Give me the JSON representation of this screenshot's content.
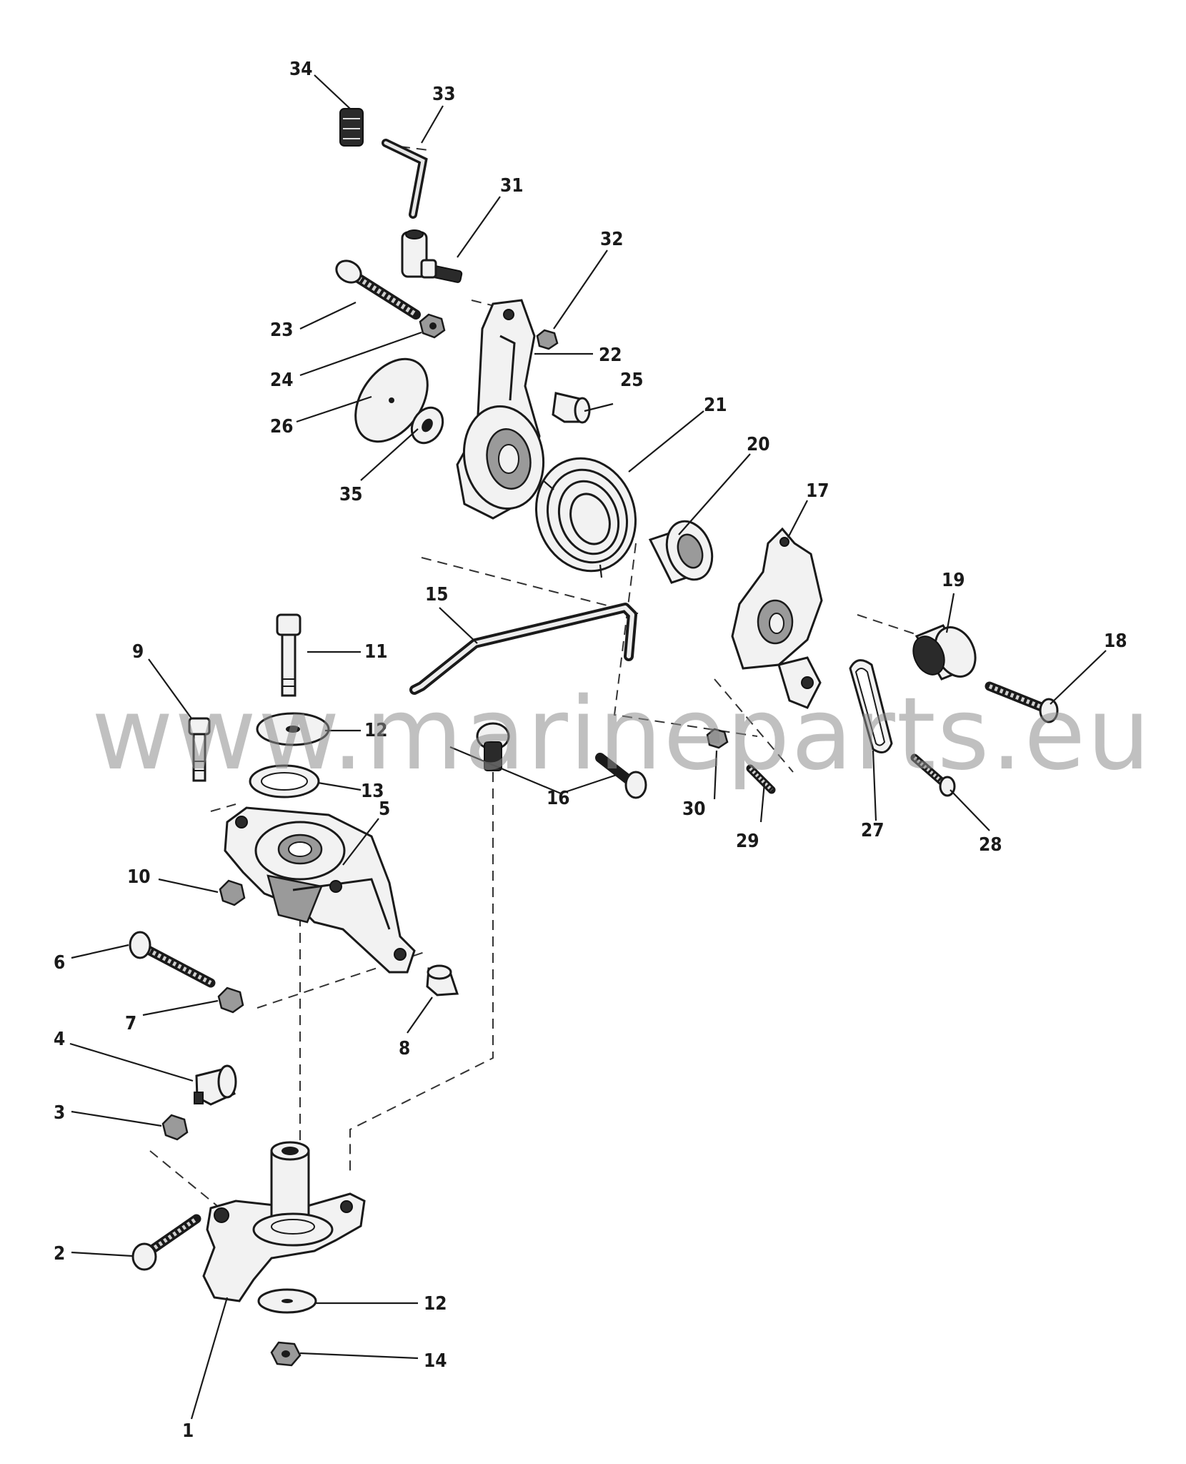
{
  "watermark": "www.marineparts.eu",
  "callouts": {
    "c1": "1",
    "c2": "2",
    "c3": "3",
    "c4": "4",
    "c5": "5",
    "c6": "6",
    "c7": "7",
    "c8": "8",
    "c9": "9",
    "c10": "10",
    "c11": "11",
    "c12a": "12",
    "c12b": "12",
    "c13": "13",
    "c14": "14",
    "c15": "15",
    "c16": "16",
    "c17": "17",
    "c18": "18",
    "c19": "19",
    "c20": "20",
    "c21": "21",
    "c22": "22",
    "c23": "23",
    "c24": "24",
    "c25": "25",
    "c26": "26",
    "c27": "27",
    "c28": "28",
    "c29": "29",
    "c30": "30",
    "c31": "31",
    "c32": "32",
    "c33": "33",
    "c34": "34",
    "c35": "35"
  }
}
